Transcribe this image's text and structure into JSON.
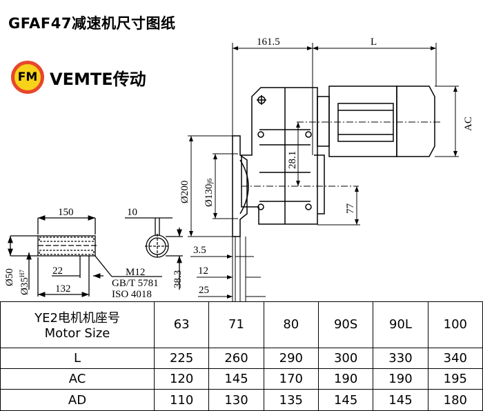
{
  "title": "GFAF47减速机尺寸图纸",
  "logo": {
    "badge": "FM",
    "text": "VEMTE传动"
  },
  "dimensions": {
    "d161": "161.5",
    "L": "L",
    "AC": "AC",
    "d200": "Ø200",
    "d130": "Ø130",
    "d130_tol": "j6",
    "d28": "28.1",
    "d77": "77",
    "d3_5": "3.5",
    "d12": "12",
    "d25": "25",
    "shaft_150": "150",
    "shaft_10": "10",
    "shaft_22": "22",
    "shaft_132": "132",
    "shaft_d50": "Ø50",
    "shaft_d35": "Ø35",
    "shaft_d35_tol": "H7",
    "shaft_38_3": "38.3",
    "bolt_m12": "M12",
    "bolt_gb": "GB/T 5781",
    "bolt_iso": "ISO 4018"
  },
  "table": {
    "header_line1": "YE2电机机座号",
    "header_line2": "Motor Size",
    "sizes": [
      "63",
      "71",
      "80",
      "90S",
      "90L",
      "100"
    ],
    "rows": [
      {
        "label": "L",
        "values": [
          "225",
          "260",
          "290",
          "300",
          "330",
          "340"
        ]
      },
      {
        "label": "AC",
        "values": [
          "120",
          "145",
          "170",
          "190",
          "190",
          "195"
        ]
      },
      {
        "label": "AD",
        "values": [
          "110",
          "130",
          "135",
          "145",
          "145",
          "180"
        ]
      }
    ]
  }
}
